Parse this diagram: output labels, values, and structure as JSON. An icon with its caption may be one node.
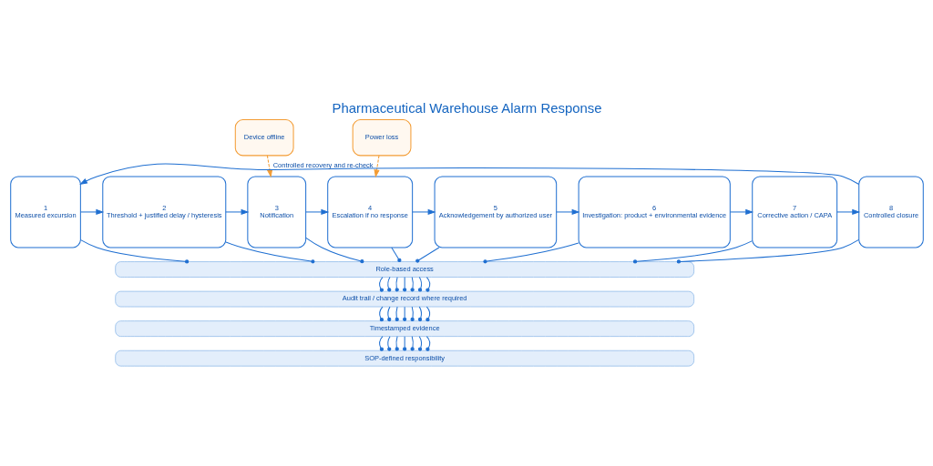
{
  "diagram": {
    "title": "Pharmaceutical Warehouse Alarm Response",
    "nodes": [
      {
        "text": [
          "Device offline"
        ]
      },
      {
        "text": [
          "Power loss"
        ]
      },
      {
        "text": [
          "1",
          "Measured excursion"
        ]
      },
      {
        "text": [
          "2",
          "Threshold + justified delay / hysteresis"
        ]
      },
      {
        "text": [
          "3",
          "Notification"
        ]
      },
      {
        "text": [
          "4",
          "Escalation if no response"
        ]
      },
      {
        "text": [
          "5",
          "Acknowledgement by authorized user"
        ]
      },
      {
        "text": [
          "6",
          "Investigation: product + environmental evidence"
        ]
      },
      {
        "text": [
          "7",
          "Corrective action / CAPA"
        ]
      },
      {
        "text": [
          "8",
          "Controlled closure"
        ]
      },
      {
        "text": [
          "Role-based access"
        ]
      },
      {
        "text": [
          "Audit trail / change record where required"
        ]
      },
      {
        "text": [
          "Timestamped evidence"
        ]
      },
      {
        "text": [
          "SOP-defined responsibility"
        ]
      }
    ],
    "edges": [
      {
        "from": 0,
        "to": 4,
        "arrow": "to",
        "style": "dashed",
        "color": "#f39c34"
      },
      {
        "from": 1,
        "to": 5,
        "arrow": "to",
        "style": "dashed",
        "color": "#f39c34"
      },
      {
        "from": 2,
        "to": 3,
        "arrow": "to"
      },
      {
        "from": 3,
        "to": 4,
        "arrow": "to"
      },
      {
        "from": 4,
        "to": 5,
        "arrow": "to"
      },
      {
        "from": 5,
        "to": 6,
        "arrow": "to"
      },
      {
        "from": 6,
        "to": 7,
        "arrow": "to"
      },
      {
        "from": 7,
        "to": 8,
        "arrow": "to"
      },
      {
        "from": 8,
        "to": 9,
        "arrow": "to"
      },
      {
        "from": 2,
        "to": 10,
        "arrow": "other"
      },
      {
        "from": 3,
        "to": 10,
        "arrow": "other"
      },
      {
        "from": 4,
        "to": 10,
        "arrow": "other"
      },
      {
        "from": 5,
        "to": 10,
        "arrow": "other"
      },
      {
        "from": 6,
        "to": 10,
        "arrow": "other"
      },
      {
        "from": 7,
        "to": 10,
        "arrow": "other"
      },
      {
        "from": 8,
        "to": 10,
        "arrow": "other"
      },
      {
        "from": 9,
        "to": 10,
        "arrow": "other"
      },
      {
        "from": 10,
        "to": 11,
        "arrow": "other"
      },
      {
        "from": 10,
        "to": 11,
        "arrow": "other"
      },
      {
        "from": 10,
        "to": 11,
        "arrow": "other"
      },
      {
        "from": 10,
        "to": 11,
        "arrow": "other"
      },
      {
        "from": 10,
        "to": 11,
        "arrow": "other"
      },
      {
        "from": 10,
        "to": 11,
        "arrow": "other"
      },
      {
        "from": 10,
        "to": 11,
        "arrow": "other"
      },
      {
        "from": 11,
        "to": 12,
        "arrow": "other"
      },
      {
        "from": 11,
        "to": 12,
        "arrow": "other"
      },
      {
        "from": 11,
        "to": 12,
        "arrow": "other"
      },
      {
        "from": 11,
        "to": 12,
        "arrow": "other"
      },
      {
        "from": 11,
        "to": 12,
        "arrow": "other"
      },
      {
        "from": 11,
        "to": 12,
        "arrow": "other"
      },
      {
        "from": 11,
        "to": 12,
        "arrow": "other"
      },
      {
        "from": 12,
        "to": 13,
        "arrow": "other"
      },
      {
        "from": 12,
        "to": 13,
        "arrow": "other"
      },
      {
        "from": 12,
        "to": 13,
        "arrow": "other"
      },
      {
        "from": 12,
        "to": 13,
        "arrow": "other"
      },
      {
        "from": 12,
        "to": 13,
        "arrow": "other"
      },
      {
        "from": 12,
        "to": 13,
        "arrow": "other"
      },
      {
        "from": 12,
        "to": 13,
        "arrow": "other"
      },
      {
        "from": 9,
        "to": 2,
        "arrow": "to",
        "label": "Controlled recovery and re-check"
      }
    ]
  }
}
